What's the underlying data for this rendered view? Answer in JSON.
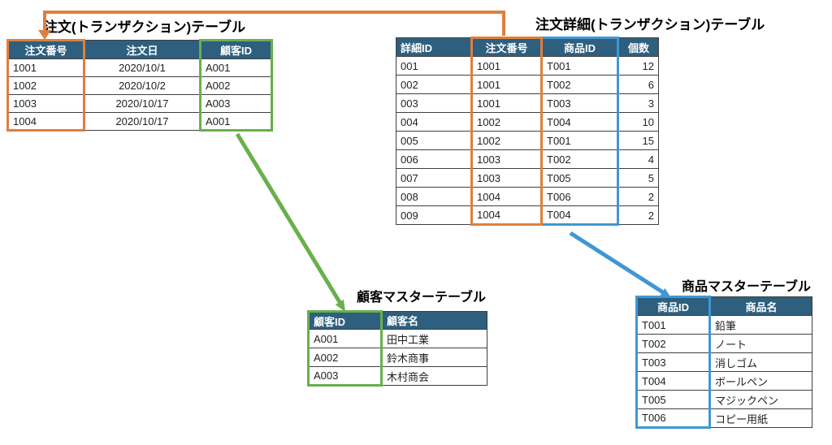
{
  "colors": {
    "header_bg": "#2E5F7E",
    "header_text": "#FFFFFF",
    "body_text": "#1F1F1F",
    "grid": "#3F3F3F",
    "orange": "#E07E3C",
    "green": "#69B04B",
    "blue": "#4097D3"
  },
  "tables": {
    "orders": {
      "title": "注文(トランザクション)テーブル",
      "columns": [
        {
          "label": "注文番号",
          "highlight": "orange"
        },
        {
          "label": "注文日",
          "highlight": null
        },
        {
          "label": "顧客ID",
          "highlight": "green"
        }
      ],
      "rows": [
        [
          "1001",
          "2020/10/1",
          "A001"
        ],
        [
          "1002",
          "2020/10/2",
          "A002"
        ],
        [
          "1003",
          "2020/10/17",
          "A003"
        ],
        [
          "1004",
          "2020/10/17",
          "A001"
        ]
      ]
    },
    "order_details": {
      "title": "注文詳細(トランザクション)テーブル",
      "columns": [
        {
          "label": "詳細ID",
          "highlight": null
        },
        {
          "label": "注文番号",
          "highlight": "orange"
        },
        {
          "label": "商品ID",
          "highlight": "blue"
        },
        {
          "label": "個数",
          "highlight": null
        }
      ],
      "rows": [
        [
          "001",
          "1001",
          "T001",
          "12"
        ],
        [
          "002",
          "1001",
          "T002",
          "6"
        ],
        [
          "003",
          "1001",
          "T003",
          "3"
        ],
        [
          "004",
          "1002",
          "T004",
          "10"
        ],
        [
          "005",
          "1002",
          "T001",
          "15"
        ],
        [
          "006",
          "1003",
          "T002",
          "4"
        ],
        [
          "007",
          "1003",
          "T005",
          "5"
        ],
        [
          "008",
          "1004",
          "T006",
          "2"
        ],
        [
          "009",
          "1004",
          "T004",
          "2"
        ]
      ]
    },
    "customers": {
      "title": "顧客マスターテーブル",
      "columns": [
        {
          "label": "顧客ID",
          "highlight": "green"
        },
        {
          "label": "顧客名",
          "highlight": null
        }
      ],
      "rows": [
        [
          "A001",
          "田中工業"
        ],
        [
          "A002",
          "鈴木商事"
        ],
        [
          "A003",
          "木村商会"
        ]
      ]
    },
    "products": {
      "title": "商品マスターテーブル",
      "columns": [
        {
          "label": "商品ID",
          "highlight": "blue"
        },
        {
          "label": "商品名",
          "highlight": null
        }
      ],
      "rows": [
        [
          "T001",
          "鉛筆"
        ],
        [
          "T002",
          "ノート"
        ],
        [
          "T003",
          "消しゴム"
        ],
        [
          "T004",
          "ボールペン"
        ],
        [
          "T005",
          "マジックペン"
        ],
        [
          "T006",
          "コピー用紙"
        ]
      ]
    }
  },
  "relations": [
    {
      "name": "order-number-relation",
      "color": "orange",
      "from_table": "注文詳細(トランザクション)テーブル",
      "from_column": "注文番号",
      "to_table": "注文(トランザクション)テーブル",
      "to_column": "注文番号"
    },
    {
      "name": "customer-id-relation",
      "color": "green",
      "from_table": "注文(トランザクション)テーブル",
      "from_column": "顧客ID",
      "to_table": "顧客マスターテーブル",
      "to_column": "顧客ID"
    },
    {
      "name": "product-id-relation",
      "color": "blue",
      "from_table": "注文詳細(トランザクション)テーブル",
      "from_column": "商品ID",
      "to_table": "商品マスターテーブル",
      "to_column": "商品ID"
    }
  ]
}
